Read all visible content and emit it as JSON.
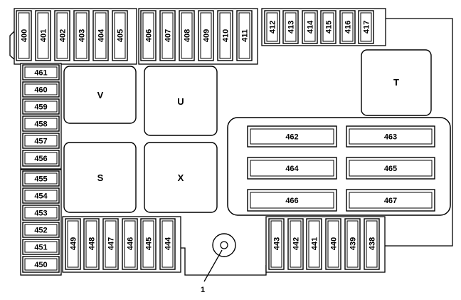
{
  "top_left_fuses": [
    "400",
    "401",
    "402",
    "403",
    "404",
    "405"
  ],
  "top_mid_fuses": [
    "406",
    "407",
    "408",
    "409",
    "410",
    "411"
  ],
  "top_right_fuses": [
    "412",
    "413",
    "414",
    "415",
    "416",
    "417"
  ],
  "left_upper_fuses": [
    "461",
    "460",
    "459",
    "458",
    "457",
    "456"
  ],
  "left_lower_fuses": [
    "455",
    "454",
    "453",
    "452",
    "451",
    "450"
  ],
  "bottom_left_fuses": [
    "449",
    "448",
    "447",
    "446",
    "445",
    "444"
  ],
  "bottom_right_fuses": [
    "443",
    "442",
    "441",
    "440",
    "439",
    "438"
  ],
  "relays": {
    "v": "V",
    "u": "U",
    "s": "S",
    "x": "X",
    "t": "T"
  },
  "large_fuses": [
    "462",
    "463",
    "464",
    "465",
    "466",
    "467"
  ],
  "callout_label": "1"
}
